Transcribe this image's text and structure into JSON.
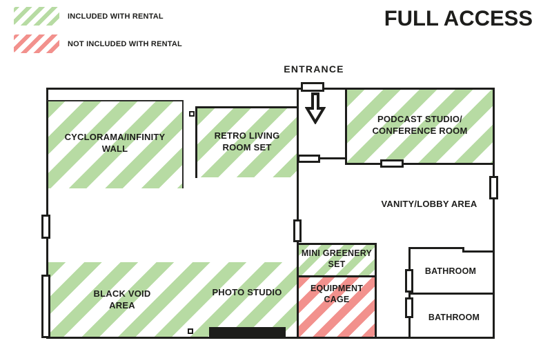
{
  "title": "FULL ACCESS",
  "legend": {
    "included": {
      "label": "INCLUDED WITH RENTAL"
    },
    "not_included": {
      "label": "NOT INCLUDED WITH RENTAL"
    }
  },
  "entrance": {
    "label": "ENTRANCE"
  },
  "rooms": {
    "cyclorama": {
      "label": "CYCLORAMA/INFINITY\nWALL",
      "access": "included"
    },
    "retro_living": {
      "label": "RETRO LIVING\nROOM SET",
      "access": "included"
    },
    "podcast": {
      "label": "PODCAST STUDIO/\nCONFERENCE ROOM",
      "access": "included"
    },
    "vanity_lobby": {
      "label": "VANITY/LOBBY AREA",
      "access": "open"
    },
    "mini_greenery": {
      "label": "MINI GREENERY\nSET",
      "access": "included"
    },
    "equipment_cage": {
      "label": "EQUIPMENT\nCAGE",
      "access": "not_included"
    },
    "black_void": {
      "label": "BLACK VOID\nAREA",
      "access": "included"
    },
    "photo_studio": {
      "label": "PHOTO STUDIO",
      "access": "included"
    },
    "bathroom_top": {
      "label": "BATHROOM",
      "access": "open"
    },
    "bathroom_bottom": {
      "label": "BATHROOM",
      "access": "open"
    }
  },
  "colors": {
    "green": "#b7dba3",
    "red": "#f2918d",
    "ink": "#1d1d1b"
  }
}
